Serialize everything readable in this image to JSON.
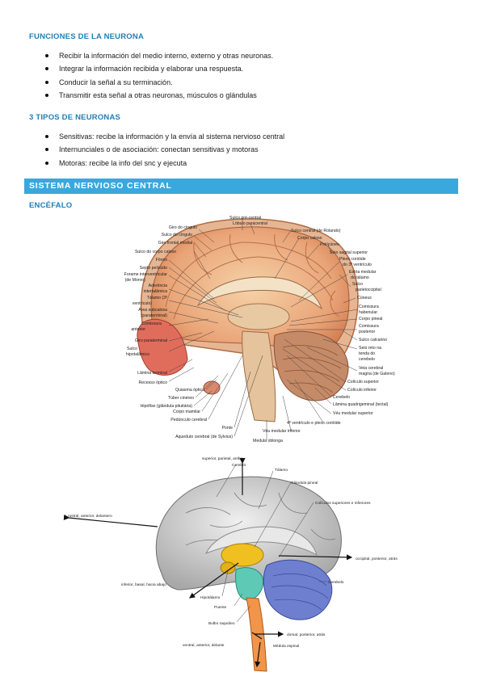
{
  "section1": {
    "title": "FUNCIONES DE LA NEURONA",
    "items": [
      "Recibir la información del medio interno, externo y otras neuronas.",
      "Integrar la información recibida y elaborar una respuesta.",
      "Conducir la señal a su terminación.",
      "Transmitir esta señal a otras neuronas, músculos o glándulas"
    ]
  },
  "section2": {
    "title": "3 TIPOS DE NEURONAS",
    "items": [
      "Sensitivas: recibe la información y la envía al sistema nervioso central",
      "Internunciales o de asociación: conectan sensitivas y motoras",
      "Motoras: recibe la info del snc y ejecuta"
    ]
  },
  "banner": {
    "title": "SISTEMA NERVIOSO CENTRAL"
  },
  "subheading": "ENCÉFALO",
  "figure1": {
    "labels_left": [
      "Giro do cíngulo",
      "Sulco do cíngulo",
      "Giro frontal medial",
      "Sulco do corpo caloso",
      "Fórnix",
      "Septo pelúcido",
      "Forame interventricular",
      "(de Monro)",
      "Aderência",
      "intertalâmica",
      "Tálamo (3º",
      "ventrículo)",
      "Área subcalosa",
      "(paraterminal)",
      "Comissura",
      "anterior",
      "Giro paraterminal",
      "Sulco",
      "hipotalâmico",
      "Lâmina terminal",
      "Recesso óptico"
    ],
    "labels_bottom": [
      "Quiasma óptico",
      "Túber cinéreo",
      "Hipófise (glândula pituitária)",
      "Corpo mamilar",
      "Pedúnculo cerebral",
      "Ponte",
      "Aqueduto cerebral (de Sylvius)",
      "Medula oblonga",
      "Véu medular inferior",
      "4º ventrículo e plexo corióide"
    ],
    "labels_top": [
      "Sulco pré-central",
      "Lóbulo paracentral",
      "Sulco central (de Rolando)",
      "Corpo caloso",
      "Pré-cúneo"
    ],
    "labels_right": [
      "Seio sagital superior",
      "Plexo corióide",
      "do 3º ventrículo",
      "Estria medular",
      "do tálamo",
      "Sulco",
      "parietoccipital",
      "Cúneus",
      "Comissura",
      "habenular",
      "Corpo pineal",
      "Comissura",
      "posterior",
      "Sulco calcarino",
      "Seio reto na",
      "tenda do",
      "cerebelo",
      "Veia cerebral",
      "magna (de Galeno)",
      "Colículo superior",
      "Colículo inferior",
      "Cerebelo",
      "Lâmina quadrigeminal (tectal)",
      "Véu medular superior"
    ]
  },
  "figure2": {
    "labels": [
      "superior, parietal, arriba",
      "Cerebro",
      "Tálamo",
      "Glándula pineal",
      "Colículos superiores e inferiores",
      "rostral, anterior, delantero",
      "occipital, posterior, atrás",
      "inferior, basal, hacia abajo",
      "Cerebelo",
      "Hipotálamo",
      "Puente",
      "Bulbo raquídeo",
      "dorsal, posterior, atrás",
      "ventral, anterior, delante",
      "Médula espinal"
    ]
  },
  "colors": {
    "heading": "#1f7fb6",
    "banner": "#3aa8dc"
  }
}
